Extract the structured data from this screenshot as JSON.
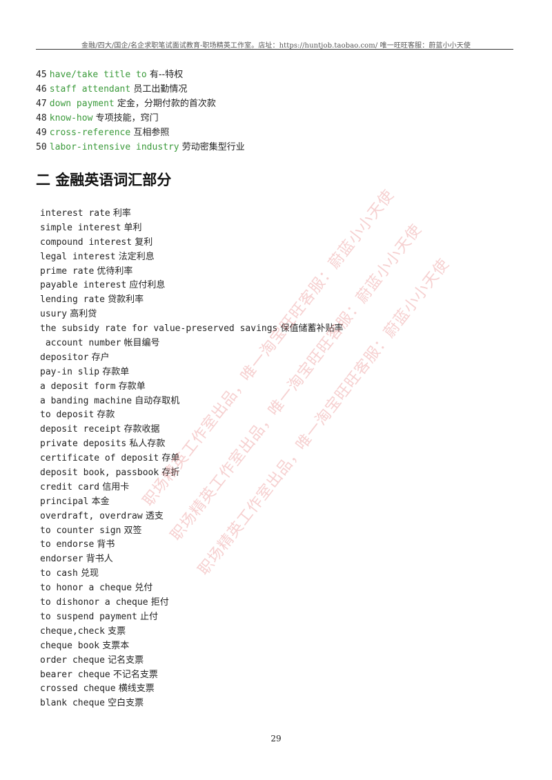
{
  "header": {
    "text": "金融/四大/国企/名企求职笔试面试教育-职场精英工作室。店址：https://huntjob.taobao.com/ 唯一旺旺客服：蔚蓝小小天使"
  },
  "colors": {
    "term_green": "#3a9a3a",
    "watermark": "#e67878",
    "text": "#222222"
  },
  "numbered_terms": [
    {
      "num": "45",
      "term": "have/take title to",
      "meaning": "有--特权"
    },
    {
      "num": "46",
      "term": "staff attendant",
      "meaning": "员工出勤情况"
    },
    {
      "num": "47",
      "term": "down payment",
      "meaning": "定金，分期付款的首次款"
    },
    {
      "num": "48",
      "term": "know-how",
      "meaning": "专项技能，窍门"
    },
    {
      "num": "49",
      "term": "cross-reference",
      "meaning": "互相参照"
    },
    {
      "num": "50",
      "term": "labor-intensive industry",
      "meaning": "劳动密集型行业"
    }
  ],
  "section": {
    "heading": "二 金融英语词汇部分"
  },
  "vocabulary": [
    {
      "en": "interest rate",
      "zh": "利率"
    },
    {
      "en": "simple interest",
      "zh": "单利"
    },
    {
      "en": "compound interest",
      "zh": "复利"
    },
    {
      "en": "legal interest",
      "zh": "法定利息"
    },
    {
      "en": "prime rate",
      "zh": "优待利率"
    },
    {
      "en": "payable interest",
      "zh": "应付利息"
    },
    {
      "en": "lending rate",
      "zh": "贷款利率"
    },
    {
      "en": "usury",
      "zh": "高利贷"
    },
    {
      "en": "the subsidy rate for value-preserved savings",
      "zh": "保值储蓄补贴率"
    },
    {
      "en": " account number",
      "zh": "帐目编号"
    },
    {
      "en": "depositor",
      "zh": "存户"
    },
    {
      "en": "pay-in slip",
      "zh": "存款单"
    },
    {
      "en": "a deposit form",
      "zh": "存款单"
    },
    {
      "en": "a banding machine",
      "zh": "自动存取机"
    },
    {
      "en": "to deposit",
      "zh": "存款"
    },
    {
      "en": "deposit receipt",
      "zh": "存款收据"
    },
    {
      "en": "private deposits",
      "zh": "私人存款"
    },
    {
      "en": "certificate of deposit",
      "zh": "存单"
    },
    {
      "en": "deposit book, passbook",
      "zh": "存折"
    },
    {
      "en": "credit card",
      "zh": "信用卡"
    },
    {
      "en": "principal",
      "zh": "本金"
    },
    {
      "en": "overdraft, overdraw",
      "zh": "透支"
    },
    {
      "en": "to counter sign",
      "zh": "双签"
    },
    {
      "en": "to endorse",
      "zh": "背书"
    },
    {
      "en": "endorser",
      "zh": "背书人"
    },
    {
      "en": "to cash",
      "zh": "兑现"
    },
    {
      "en": "to honor a cheque",
      "zh": "兑付"
    },
    {
      "en": "to dishonor a cheque",
      "zh": "拒付"
    },
    {
      "en": "to suspend payment",
      "zh": "止付"
    },
    {
      "en": "cheque,check",
      "zh": "支票"
    },
    {
      "en": "cheque book",
      "zh": "支票本"
    },
    {
      "en": "order cheque",
      "zh": "记名支票"
    },
    {
      "en": "bearer cheque",
      "zh": "不记名支票"
    },
    {
      "en": "crossed cheque",
      "zh": "横线支票"
    },
    {
      "en": "blank cheque",
      "zh": "空白支票"
    }
  ],
  "watermarks": [
    "职场精英工作室出品，唯一淘宝旺旺客服：蔚蓝小小天使",
    "职场精英工作室出品，唯一淘宝旺旺客服：蔚蓝小小天使",
    "职场精英工作室出品，唯一淘宝旺旺客服：蔚蓝小小天使"
  ],
  "page_number": "29"
}
